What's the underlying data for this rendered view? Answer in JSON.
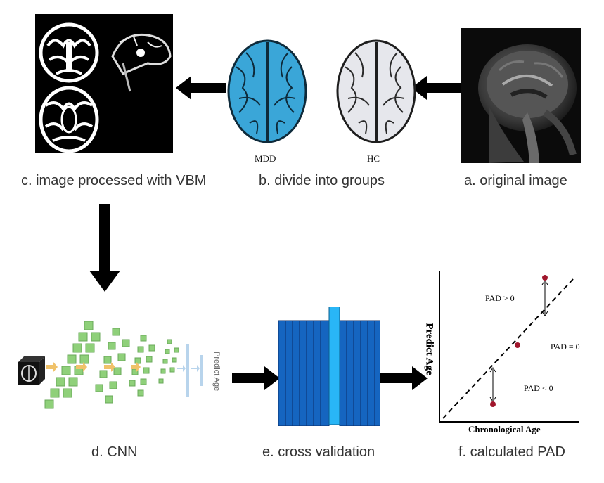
{
  "steps": {
    "a": {
      "caption": "a. original image"
    },
    "b": {
      "caption": "b. divide into groups",
      "left_label": "MDD",
      "right_label": "HC"
    },
    "c": {
      "caption": "c. image processed with VBM"
    },
    "d": {
      "caption": "d. CNN",
      "output_label": "Predict Age"
    },
    "e": {
      "caption": "e. cross validation"
    },
    "f": {
      "caption": "f. calculated PAD",
      "xlabel": "Chronological Age",
      "ylabel": "Predict Age",
      "pad_pos": "PAD > 0",
      "pad_zero": "PAD = 0",
      "pad_neg": "PAD < 0"
    }
  },
  "colors": {
    "mdd_brain": "#3aa6d8",
    "hc_brain": "#e6e7ec",
    "cnn_cube": "#8fd07a",
    "cv_fold": "#1565c0",
    "cv_highlight": "#29b6f6",
    "pad_point": "#a0162c"
  },
  "icons": {
    "mri": "mri-sagittal-scan",
    "arrow": "black-block-arrow"
  }
}
